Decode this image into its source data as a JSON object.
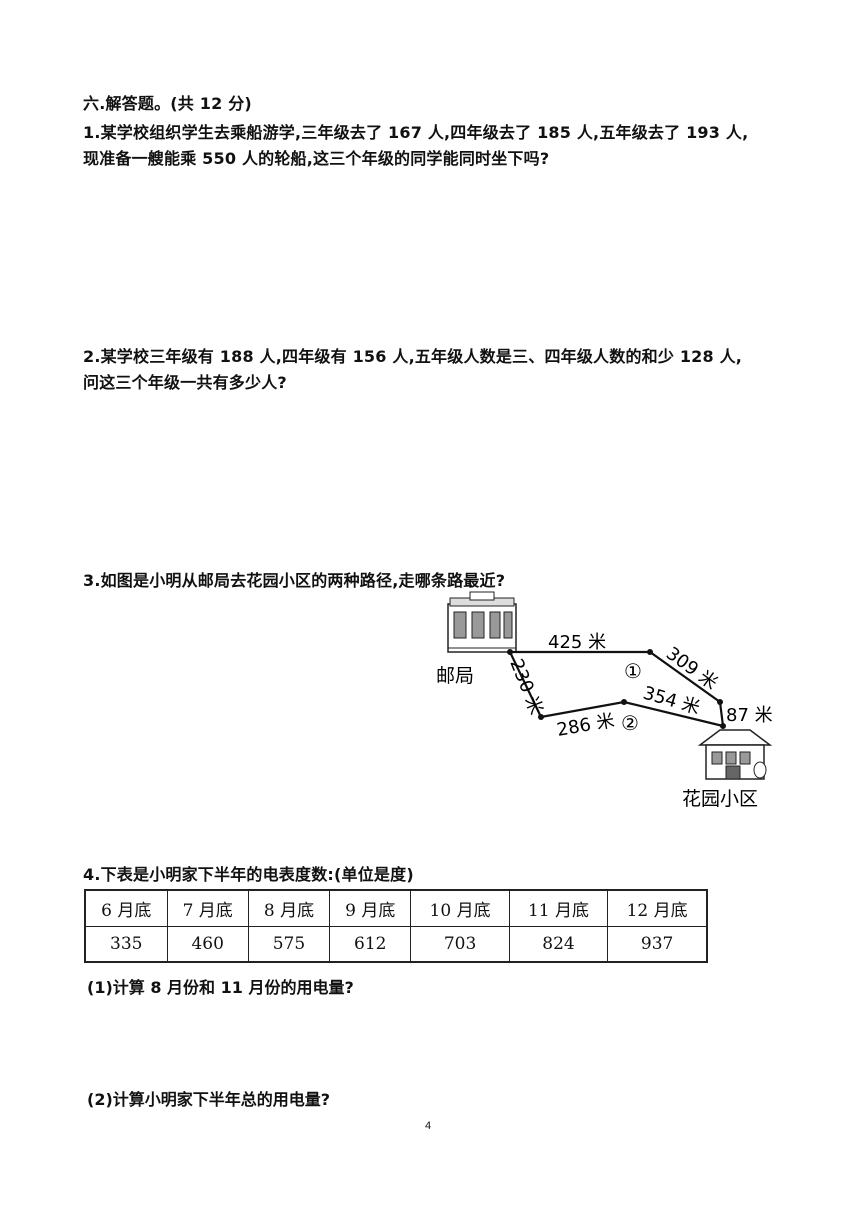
{
  "section_title": "六.解答题。(共 12 分)",
  "q1": {
    "line1": "1.某学校组织学生去乘船游学,三年级去了 167 人,四年级去了 185 人,五年级去了 193 人,",
    "line2": "现准备一艘能乘 550 人的轮船,这三个年级的同学能同时坐下吗?"
  },
  "q2": {
    "line1": "2.某学校三年级有 188 人,四年级有 156 人,五年级人数是三、四年级人数的和少 128 人,",
    "line2": "问这三个年级一共有多少人?"
  },
  "q3": {
    "text": "3.如图是小明从邮局去花园小区的两种路径,走哪条路最近?",
    "map": {
      "post_office_label": "邮局",
      "garden_label": "花园小区",
      "route1_marker": "①",
      "route2_marker": "②",
      "d_425": "425 米",
      "d_309": "309 米",
      "d_230": "230 米",
      "d_286": "286 米",
      "d_354": "354 米",
      "d_87": "87 米"
    }
  },
  "q4": {
    "text": "4.下表是小明家下半年的电表度数:(单位是度)",
    "table": {
      "headers": [
        "6 月底",
        "7 月底",
        "8 月底",
        "9 月底",
        "10 月底",
        "11 月底",
        "12 月底"
      ],
      "values": [
        "335",
        "460",
        "575",
        "612",
        "703",
        "824",
        "937"
      ]
    },
    "sub1": "(1)计算 8 月份和 11 月份的用电量?",
    "sub2": "(2)计算小明家下半年总的用电量?"
  },
  "page_number": "4"
}
